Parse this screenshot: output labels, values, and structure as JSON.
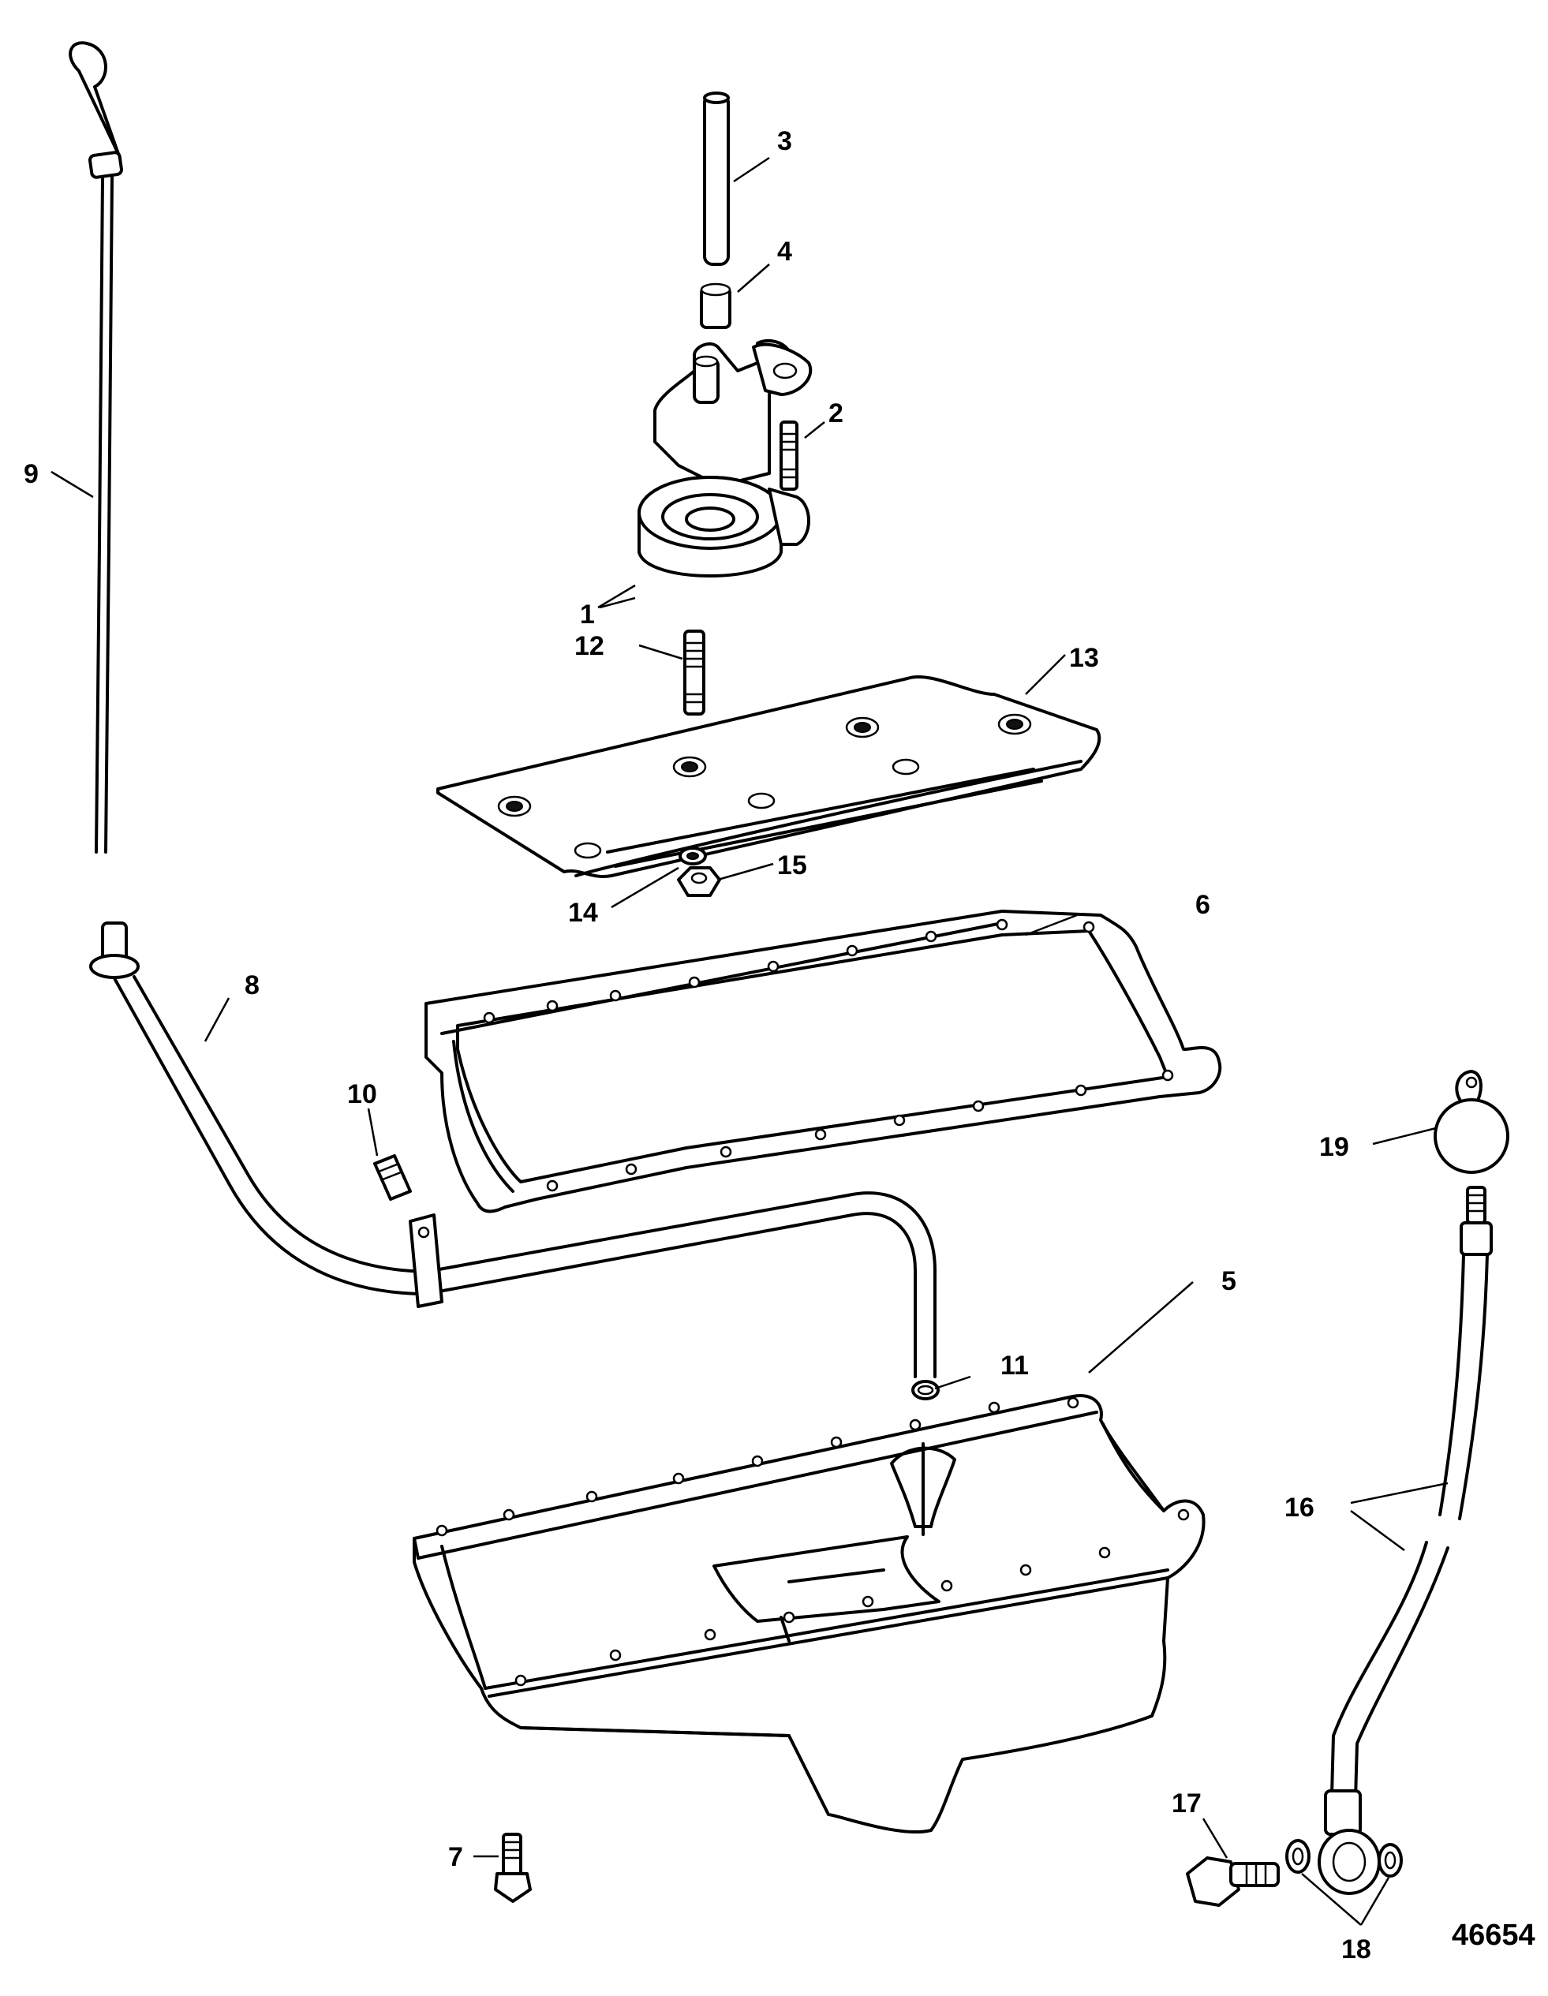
{
  "figure_id": "46654",
  "callouts": {
    "c1": "1",
    "c2": "2",
    "c3": "3",
    "c4": "4",
    "c5": "5",
    "c6": "6",
    "c7": "7",
    "c8": "8",
    "c9": "9",
    "c10": "10",
    "c11": "11",
    "c12": "12",
    "c13": "13",
    "c14": "14",
    "c15": "15",
    "c16": "16",
    "c17": "17",
    "c18": "18",
    "c19": "19"
  }
}
